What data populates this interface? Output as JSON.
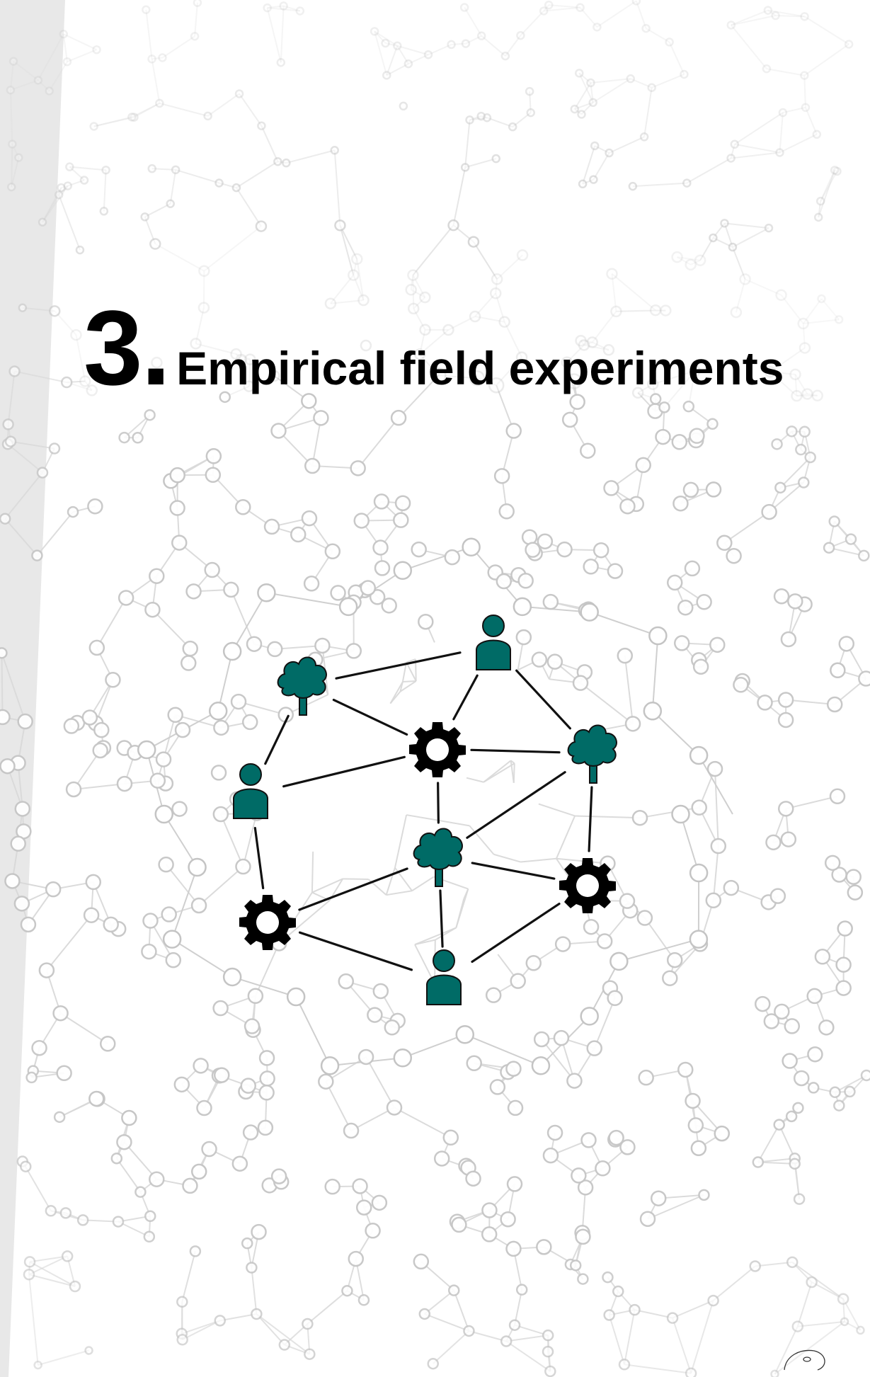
{
  "heading": {
    "number": "3.",
    "title": "Empirical field experiments"
  },
  "colors": {
    "page_background": "#ffffff",
    "side_band": "#e8e8e8",
    "background_network": "#d6d6d6",
    "foreground_links": "#111111",
    "node_fill_teal": "#006b66",
    "gear": "#000000"
  },
  "diagram": {
    "node_types": [
      "tree-icon",
      "person-icon",
      "gear-icon"
    ],
    "foreground_nodes": [
      {
        "id": "tree-1",
        "type": "tree"
      },
      {
        "id": "person-1",
        "type": "person"
      },
      {
        "id": "gear-1",
        "type": "gear"
      },
      {
        "id": "tree-2",
        "type": "tree"
      },
      {
        "id": "person-2",
        "type": "person"
      },
      {
        "id": "tree-3",
        "type": "tree"
      },
      {
        "id": "gear-2",
        "type": "gear"
      },
      {
        "id": "gear-3",
        "type": "gear"
      },
      {
        "id": "person-3",
        "type": "person"
      }
    ],
    "foreground_links": [
      [
        "tree-1",
        "person-1"
      ],
      [
        "tree-1",
        "gear-1"
      ],
      [
        "tree-1",
        "person-2"
      ],
      [
        "person-1",
        "gear-1"
      ],
      [
        "person-1",
        "tree-2"
      ],
      [
        "gear-1",
        "tree-2"
      ],
      [
        "gear-1",
        "person-2"
      ],
      [
        "gear-1",
        "tree-3"
      ],
      [
        "tree-2",
        "tree-3"
      ],
      [
        "tree-2",
        "gear-2"
      ],
      [
        "person-2",
        "gear-3"
      ],
      [
        "tree-3",
        "gear-3"
      ],
      [
        "tree-3",
        "gear-2"
      ],
      [
        "tree-3",
        "person-3"
      ],
      [
        "gear-3",
        "person-3"
      ],
      [
        "gear-2",
        "person-3"
      ]
    ]
  }
}
